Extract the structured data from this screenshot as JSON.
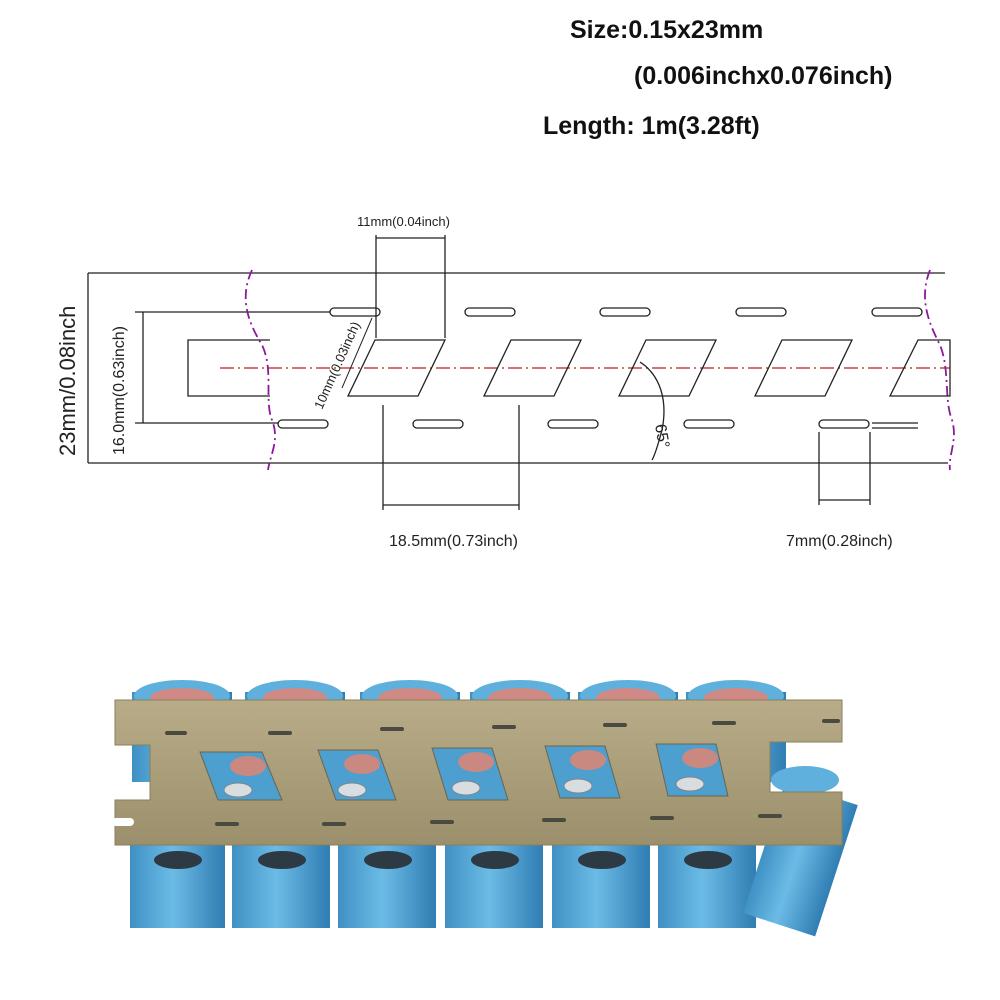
{
  "specs": {
    "size": "Size:0.15x23mm",
    "size_inch": "(0.006inchx0.076inch)",
    "length": "Length: 1m(3.28ft)"
  },
  "dimensions": {
    "slot_width": "11mm(0.04inch)",
    "window_side": "10mm(0.03inch)",
    "total_width": "23mm/0.08inch",
    "inner_width": "16.0mm(0.63inch)",
    "pitch": "18.5mm(0.73inch)",
    "bridge": "7mm(0.28inch)",
    "angle": "65°"
  },
  "colors": {
    "centerline": "#b22222",
    "break_mark": "#8b1a9a",
    "strip": "#a89b78",
    "cell": "#5fb0dc"
  }
}
